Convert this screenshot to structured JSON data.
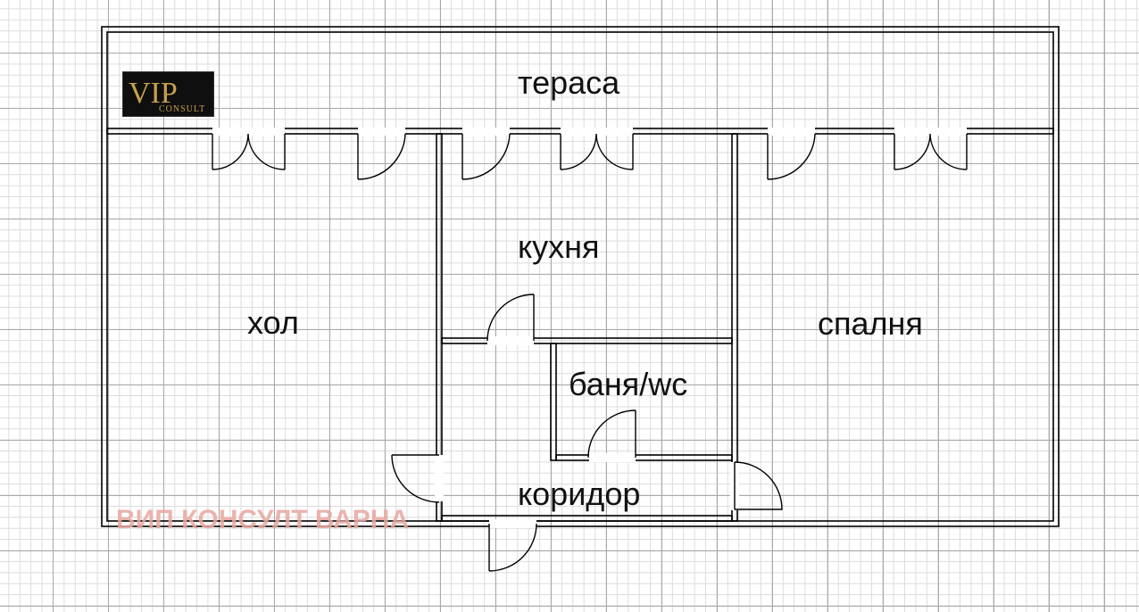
{
  "rooms": {
    "terrace": "тераса",
    "kitchen": "кухня",
    "hall": "хол",
    "bedroom": "спалня",
    "bathroom": "баня/wc",
    "corridor": "коридор"
  },
  "logo": {
    "mark": "VIP",
    "subtitle": "CONSULT"
  },
  "watermark": "ВИП КОНСУЛТ ВАРНА",
  "colors": {
    "logo_bg": "#0f0f0f",
    "logo_gold": "#c8a24a",
    "watermark": "#e8a7a0",
    "grid_major": "#a9a9a9",
    "grid_minor": "#dcdcdc"
  }
}
